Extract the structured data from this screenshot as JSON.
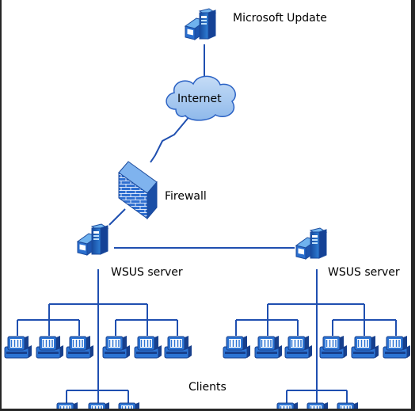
{
  "labels": {
    "microsoft_update": "Microsoft Update",
    "internet": "Internet",
    "firewall": "Firewall",
    "wsus_server_left": "WSUS server",
    "wsus_server_right": "WSUS server",
    "clients": "Clients"
  },
  "colors": {
    "line": "#1f4fb0",
    "device_dark": "#1c50a8",
    "device_light": "#3aa0e8",
    "cloud_fill": "#a9ccf2",
    "background": "#ffffff",
    "frame": "#262626"
  },
  "icons": {
    "update_server": "server-tower-icon",
    "internet": "cloud-icon",
    "firewall": "brick-wall-icon",
    "wsus": "server-tower-icon",
    "client": "desktop-computer-icon"
  }
}
